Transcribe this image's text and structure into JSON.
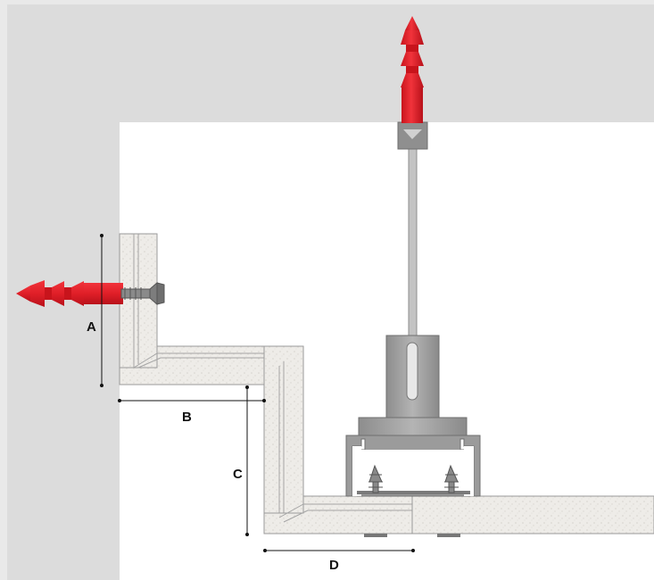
{
  "diagram": {
    "colors": {
      "background": "#e9e9e9",
      "wall": "#dcdcdc",
      "room": "#ffffff",
      "board": "#eceae6",
      "board_edge": "#9a9a9a",
      "anchor_red": "#e8212a",
      "metal": "#9b9b9b",
      "rod": "#c3c3c3",
      "dim_line": "#111111"
    },
    "icons": [
      "wall-anchor-icon",
      "ceiling-anchor-icon",
      "wood-screw-icon",
      "drywall-screw-icon"
    ],
    "dimensions": {
      "a_label": "A",
      "b_label": "B",
      "c_label": "C",
      "d_label": "D"
    }
  }
}
